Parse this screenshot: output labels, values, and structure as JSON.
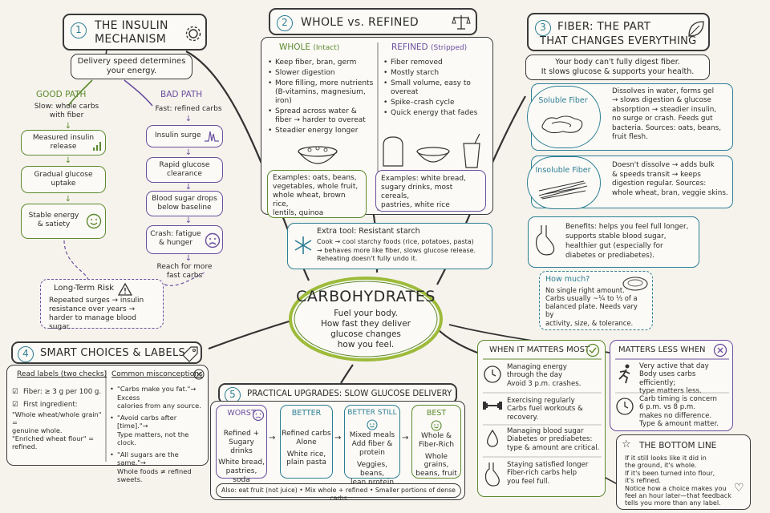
{
  "center": {
    "title": "CARBOHYDRATES",
    "lines": [
      "Fuel your body.",
      "How fast they deliver",
      "glucose changes",
      "how you feel."
    ]
  },
  "s1": {
    "num": "1",
    "title_lines": [
      "THE INSULIN",
      "MECHANISM"
    ],
    "delivery": [
      "Delivery speed determines",
      "your energy."
    ],
    "good_label": "GOOD PATH",
    "good_intro": [
      "Slow: whole carbs",
      "with fiber"
    ],
    "good_steps": [
      [
        "Measured insulin",
        "release"
      ],
      [
        "Gradual glucose",
        "uptake"
      ],
      [
        "Stable energy",
        "& satiety"
      ]
    ],
    "bad_label": "BAD PATH",
    "bad_intro": "Fast: refined carbs",
    "bad_steps": [
      [
        "Insulin surge"
      ],
      [
        "Rapid glucose",
        "clearance"
      ],
      [
        "Blood sugar drops",
        "below baseline"
      ],
      [
        "Crash: fatigue",
        "& hunger"
      ]
    ],
    "bad_outro": [
      "Reach for more",
      "fast carbs"
    ],
    "risk_title": "Long-Term Risk",
    "risk_text": [
      "Repeated surges → insulin",
      "resistance over years →",
      "harder to manage blood sugar."
    ]
  },
  "s2": {
    "num": "2",
    "title": "WHOLE vs. REFINED",
    "whole_head": "WHOLE",
    "whole_sub": "(Intact)",
    "whole_items": [
      "Keep fiber, bran, germ",
      "Slower digestion",
      "More filling, more nutrients (B-vitamins, magnesium, iron)",
      "Spread across water & fiber → harder to overeat",
      "Steadier energy longer"
    ],
    "refined_head": "REFINED",
    "refined_sub": "(Stripped)",
    "refined_items": [
      "Fiber removed",
      "Mostly starch",
      "Small volume, easy to overeat",
      "Spike–crash cycle",
      "Quick energy that fades"
    ],
    "whole_examples": [
      "Examples: oats, beans,",
      "vegetables, whole fruit,",
      "whole wheat, brown rice,",
      "lentils, quinoa"
    ],
    "refined_examples": [
      "Examples: white bread,",
      "sugary drinks, most cereals,",
      "pastries, white rice"
    ],
    "extra_title": "Extra tool: Resistant starch",
    "extra_text": [
      "Cook → cool starchy foods (rice, potatoes, pasta)",
      "→ behaves more like fiber, slows glucose release.",
      "Reheating doesn't fully undo it."
    ]
  },
  "s3": {
    "num": "3",
    "title_lines": [
      "FIBER: THE PART",
      "THAT CHANGES EVERYTHING"
    ],
    "intro": [
      "Your body can't fully digest fiber.",
      "It slows glucose & supports your health."
    ],
    "soluble_label": "Soluble Fiber",
    "soluble_text": [
      "Dissolves in water, forms gel",
      "→ slows digestion & glucose",
      "absorption → steadier insulin,",
      "no surge or crash. Feeds gut",
      "bacteria. Sources: oats, beans,",
      "fruit flesh."
    ],
    "insoluble_label": "Insoluble Fiber",
    "insoluble_text": [
      "Doesn't dissolve → adds bulk",
      "& speeds transit → keeps",
      "digestion regular. Sources:",
      "whole wheat, bran, veggie skins."
    ],
    "benefits_text": [
      "Benefits: helps you feel full longer,",
      "supports stable blood sugar,",
      "healthier gut (especially for",
      "diabetes or prediabetes)."
    ],
    "howmuch_title": "How much?",
    "howmuch_text": [
      "No single right amount.",
      "Carbs usually ~¼ to ⅓ of a",
      "balanced plate. Needs vary by",
      "activity, size, & tolerance."
    ]
  },
  "s4": {
    "num": "4",
    "title": "SMART CHOICES & LABELS",
    "read_title": "Read labels (two checks)",
    "check1": "Fiber: ≥ 3 g per 100 g.",
    "check2": [
      "First ingredient:",
      "\"Whole wheat/whole grain\" =",
      "genuine whole.",
      "\"Enriched wheat flour\" = refined."
    ],
    "misc_title": "Common misconceptions",
    "misc": [
      [
        "\"Carbs make you fat.\"→ Excess",
        "calories from any source."
      ],
      [
        "\"Avoid carbs after [time].\"→",
        "Type matters, not the clock."
      ],
      [
        "\"All sugars are the same.\"→",
        "Whole foods ≠ refined sweets."
      ]
    ]
  },
  "s5": {
    "num": "5",
    "title": "PRACTICAL UPGRADES: SLOW GLUCOSE DELIVERY",
    "cols": [
      {
        "head": "WORST",
        "main": [
          "Refined +",
          "Sugary drinks"
        ],
        "ex": [
          "White bread,",
          "pastries, soda"
        ]
      },
      {
        "head": "BETTER",
        "main": [
          "Refined carbs",
          "Alone"
        ],
        "ex": [
          "White rice,",
          "plain pasta"
        ]
      },
      {
        "head": "BETTER STILL",
        "main": [
          "Mixed meals",
          "Add fiber & protein"
        ],
        "ex": [
          "Veggies, beans,",
          "lean protein"
        ]
      },
      {
        "head": "BEST",
        "main": [
          "Whole &",
          "Fiber-Rich"
        ],
        "ex": [
          "Whole grains,",
          "beans, fruit"
        ]
      }
    ],
    "also": "Also: eat fruit (not juice)  •  Mix whole + refined  •  Smaller portions of dense carbs"
  },
  "matters": {
    "title": "WHEN IT MATTERS MOST",
    "items": [
      {
        "head": "Managing energy",
        "text": [
          "through the day",
          "Avoid 3 p.m. crashes."
        ],
        "icon": "clock-icon"
      },
      {
        "head": "Exercising regularly",
        "text": [
          "Carbs fuel workouts &",
          "recovery."
        ],
        "icon": "dumbbell-icon"
      },
      {
        "head": "Managing blood sugar",
        "text": [
          "Diabetes or prediabetes:",
          "type & amount are critical."
        ],
        "icon": "drop-icon"
      },
      {
        "head": "Staying satisfied longer",
        "text": [
          "Fiber-rich carbs help",
          "you feel full."
        ],
        "icon": "stomach-icon"
      }
    ]
  },
  "less": {
    "title": "MATTERS LESS WHEN",
    "items": [
      {
        "text": [
          "Very active that day",
          "Body uses carbs efficiently;",
          "type matters less."
        ],
        "icon": "runner-icon"
      },
      {
        "text": [
          "Carb timing is concern",
          "6 p.m. vs 8 p.m.",
          "makes no difference.",
          "Type & amount matter."
        ],
        "icon": "clock-icon"
      }
    ]
  },
  "bottom": {
    "title": "THE BOTTOM LINE",
    "text": [
      "If it still looks like it did in",
      "the ground, it's whole.",
      "If it's been turned into flour,",
      "it's refined.",
      "Notice how a choice makes you",
      "feel an hour later—that feedback",
      "tells you more than any label."
    ]
  },
  "colors": {
    "green": "#5d8a2f",
    "purple": "#6a4fa0",
    "blue": "#2e7f95",
    "ink": "#2b2b2b"
  }
}
